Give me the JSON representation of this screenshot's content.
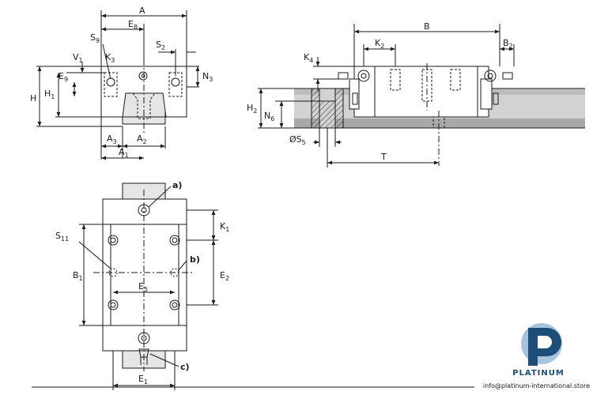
{
  "front_view": {
    "labels": {
      "A": "A",
      "E8": [
        "E",
        "8"
      ],
      "S9": [
        "S",
        "9"
      ],
      "S2": [
        "S",
        "2"
      ],
      "V1": [
        "V",
        "1"
      ],
      "K3": [
        "K",
        "3"
      ],
      "E9": [
        "E",
        "9"
      ],
      "N3": [
        "N",
        "3"
      ],
      "H": "H",
      "H1": [
        "H",
        "1"
      ],
      "A3": [
        "A",
        "3"
      ],
      "A2": [
        "A",
        "2"
      ],
      "A1": [
        "A",
        "1"
      ]
    }
  },
  "side_view": {
    "labels": {
      "B": "B",
      "K2": [
        "K",
        "2"
      ],
      "B2": [
        "B",
        "2"
      ],
      "K4": [
        "K",
        "4"
      ],
      "H2": [
        "H",
        "2"
      ],
      "N6": [
        "N",
        "6"
      ],
      "S5": [
        "ØS",
        "5"
      ],
      "T": "T"
    }
  },
  "top_view": {
    "labels": {
      "a": "a)",
      "b": "b)",
      "c": "c)",
      "S11": [
        "S",
        "11"
      ],
      "K1": [
        "K",
        "1"
      ],
      "B1": [
        "B",
        "1"
      ],
      "E2": [
        "E",
        "2"
      ],
      "E5": [
        "E",
        "5"
      ],
      "E1": [
        "E",
        "1"
      ]
    }
  },
  "footer": {
    "brand": "PLATINUM",
    "email": "info@platinum-international.store"
  },
  "colors": {
    "line": "#1a1a1a",
    "rail_gray": "#d2d2d2",
    "rail_dark": "#a8a8a8",
    "logo_blue": "#1d4e7a",
    "logo_light": "#a8c4da"
  }
}
